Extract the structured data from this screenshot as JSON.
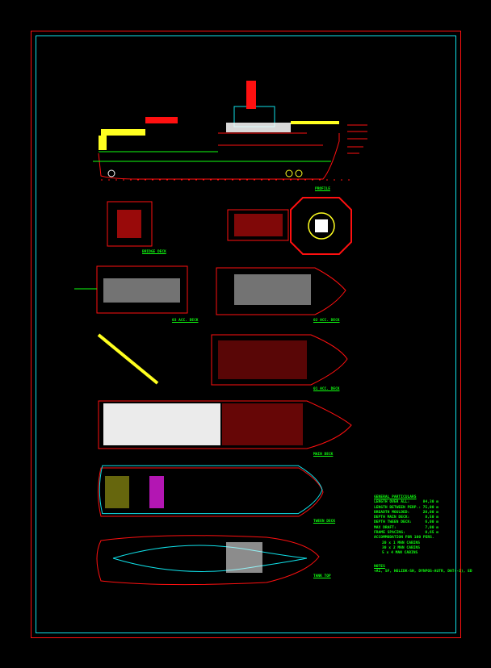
{
  "views": {
    "profile": "PROFILE",
    "bridge_deck": "BRIDGE DECK",
    "acc_deck_03": "03 ACC. DECK",
    "acc_deck_02": "02 ACC. DECK",
    "acc_deck_01": "01 ACC. DECK",
    "main_deck": "MAIN DECK",
    "tween_deck": "TWEEN DECK",
    "tank_top": "TANK TOP"
  },
  "particulars": {
    "title": "GENERAL PARTICULARS",
    "rows": [
      {
        "label": "LENGTH OVER ALL:",
        "value": "84,30 m"
      },
      {
        "label": "LENGTH BETWEEN PERP.:",
        "value": "75,00 m"
      },
      {
        "label": "BREADTH MOULDED:",
        "value": "20,00 m"
      },
      {
        "label": "DEPTH MAIN DECK:",
        "value": "8,50 m"
      },
      {
        "label": "DEPTH TWEEN DECK:",
        "value": "6,00 m"
      },
      {
        "label": "MAX DRAFT:",
        "value": "7,00 m"
      },
      {
        "label": "FRAME SPACING:",
        "value": "0,65 m"
      }
    ],
    "accommodation_title": "ACCOMMODATION FOR 100 PERS.",
    "cabins": [
      "20 x 1 MAN CABINS",
      "30 x 2 MAN CABINS",
      "5 x 4 MAN CABINS"
    ],
    "notes_title": "NOTES",
    "notes": "+A1, SF, HELIDK-SH, DYNPOS-AUTR, DAT(-1), ED"
  },
  "colors": {
    "frame_outer": "#ff1010",
    "frame_inner": "#10e0e8",
    "text": "#10ff10"
  }
}
